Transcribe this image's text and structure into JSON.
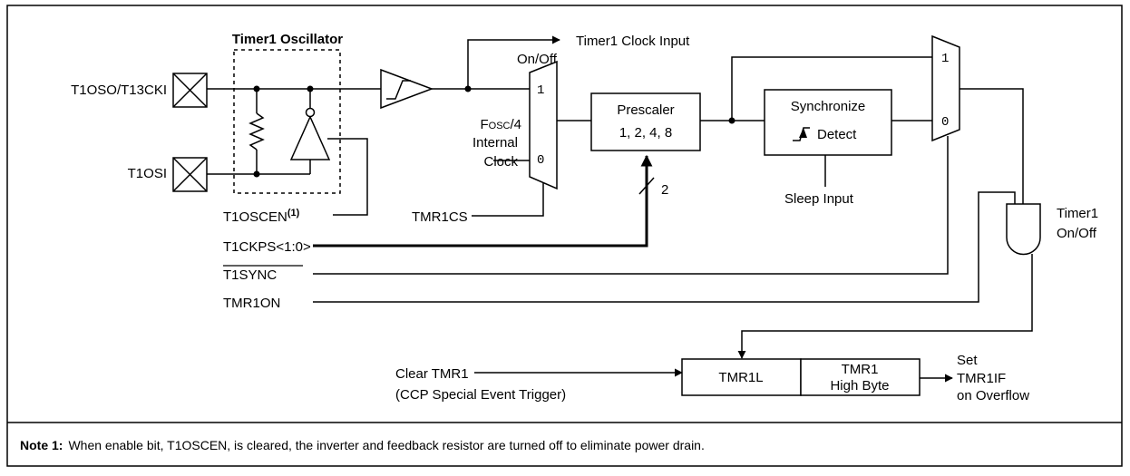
{
  "oscillator": {
    "title": "Timer1 Oscillator",
    "pin_t1oso": "T1OSO/T13CKI",
    "pin_t1osi": "T1OSI",
    "enable_label": "T1OSCEN",
    "enable_note_ref": "(1)"
  },
  "clock_input": {
    "label": "Timer1 Clock Input",
    "onoff": "On/Off"
  },
  "fosc": {
    "line1_prefix": "F",
    "line1_small": "OSC",
    "line1_suffix": "/4",
    "line2": "Internal",
    "line3": "Clock"
  },
  "mux1": {
    "in1": "1",
    "in0": "0",
    "select": "TMR1CS"
  },
  "prescaler": {
    "title": "Prescaler",
    "values": "1, 2, 4, 8",
    "bus_width": "2",
    "control": "T1CKPS<1:0>"
  },
  "sync": {
    "title": "Synchronize",
    "detect": "Detect",
    "sleep": "Sleep Input"
  },
  "mux2": {
    "in1": "1",
    "in0": "0",
    "select": "T1SYNC"
  },
  "tmr1on": {
    "label": "TMR1ON"
  },
  "gate": {
    "line1": "Timer1",
    "line2": "On/Off"
  },
  "clear": {
    "line1": "Clear TMR1",
    "line2": "(CCP Special Event Trigger)"
  },
  "register": {
    "low": "TMR1L",
    "high_line1": "TMR1",
    "high_line2": "High Byte"
  },
  "flag": {
    "line1": "Set",
    "line2": "TMR1IF",
    "line3": "on Overflow"
  },
  "note": {
    "label": "Note 1:",
    "text": "When enable bit, T1OSCEN, is cleared, the inverter and feedback resistor are turned off to eliminate power drain."
  }
}
